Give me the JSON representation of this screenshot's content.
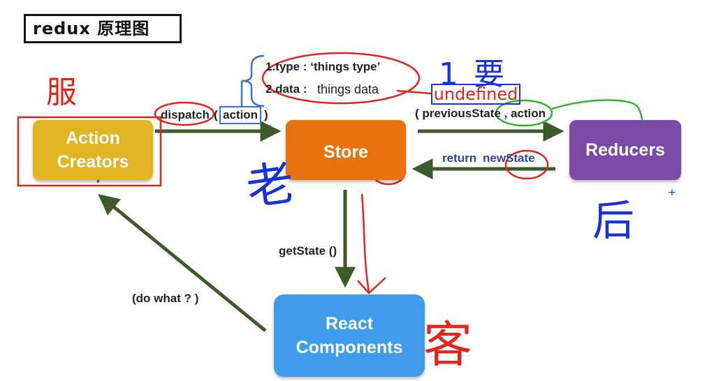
{
  "title": "redux 原理图",
  "nodes": {
    "action_creators": [
      "Action",
      "Creators"
    ],
    "store": "Store",
    "reducers": "Reducers",
    "react_components": [
      "React",
      "Components"
    ]
  },
  "edges": {
    "dispatch": "dispatch",
    "action": "action",
    "close_paren": ")",
    "open_paren": "(",
    "previous_state": "( previousState , action",
    "return_word": "return",
    "new_state": "newState",
    "get_state": "getState ()",
    "do_what": "(do what ? )"
  },
  "brace_items": {
    "type_line": "1.type : ‘things type’",
    "data_prefix": "2.data :",
    "data_value": "things data"
  },
  "annotations": {
    "undefined": "undefined",
    "waiter": "服",
    "boss": "老",
    "chef": "后",
    "customer": "客",
    "required": "1 要",
    "plus": "+"
  },
  "colors": {
    "action_creators": "#e1b422",
    "store": "#e8720e",
    "reducers": "#7b4aa5",
    "react": "#3f9ced",
    "arrow": "#3d5a2a",
    "hand_red": "#e3231c",
    "hand_blue": "#1632d8",
    "hand_green": "#2db42d"
  }
}
